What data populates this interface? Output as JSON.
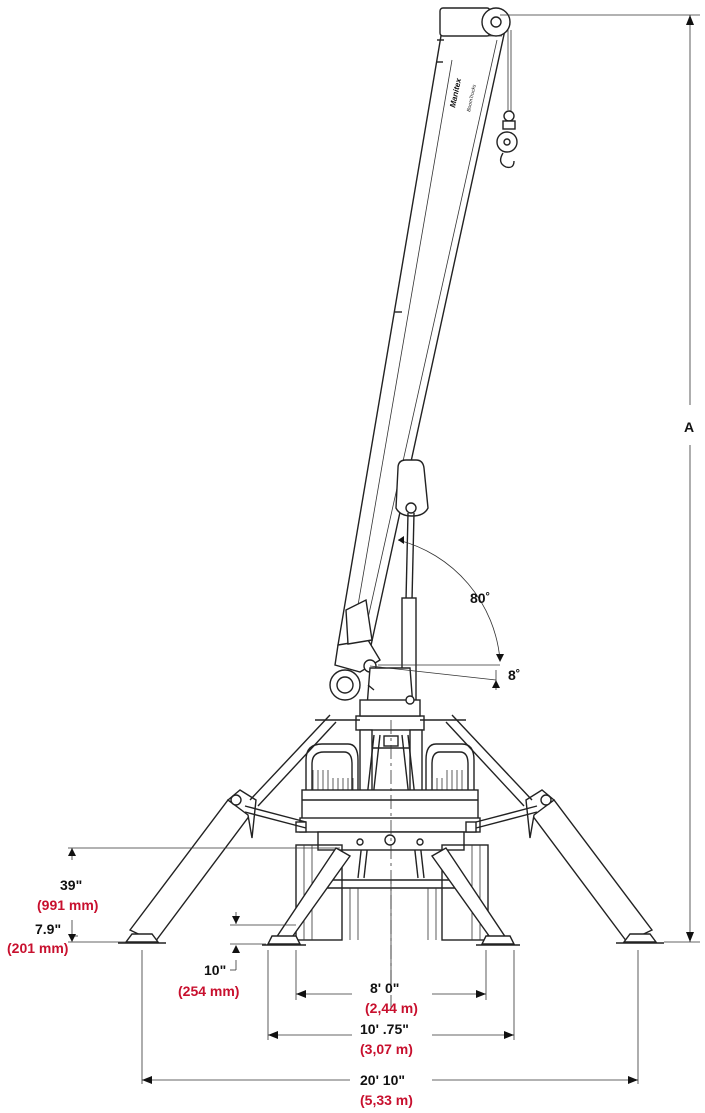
{
  "colors": {
    "line": "#222222",
    "metric": "#c8102e",
    "background": "#ffffff"
  },
  "boom_label": {
    "brand": "Manitex",
    "model": "BoomTrucks"
  },
  "dimensions": {
    "height_label": "A",
    "boom_angle_max": "80˚",
    "boom_angle_min": "8˚",
    "leg_height": {
      "imperial": "39\"",
      "metric": "(991 mm)"
    },
    "pad_height": {
      "imperial": "7.9\"",
      "metric": "(201 mm)"
    },
    "ground_clearance": {
      "imperial": "10\"",
      "metric": "(254 mm)"
    },
    "track_width": {
      "imperial": "8' 0\"",
      "metric": "(2,44 m)"
    },
    "inner_outrigger_span": {
      "imperial": "10' .75\"",
      "metric": "(3,07 m)"
    },
    "outer_outrigger_span": {
      "imperial": "20' 10\"",
      "metric": "(5,33 m)"
    }
  }
}
